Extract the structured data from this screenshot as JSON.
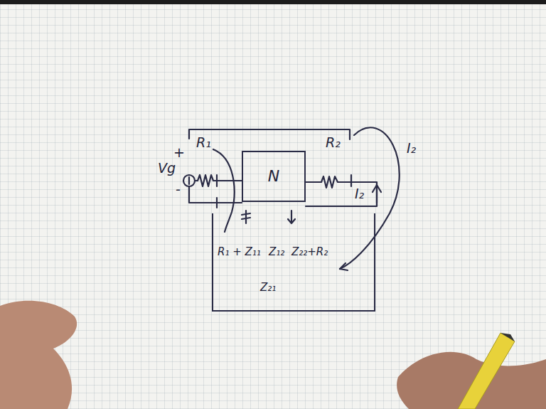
{
  "diagram": {
    "nodes": [
      {
        "text": [
          "N"
        ]
      },
      {
        "text": [
          "R₁ + Z₁₁",
          "Z₁₂",
          "Z₂₁",
          "Z₂₂+R₂"
        ]
      }
    ],
    "labels": [
      "+",
      "Vg",
      "-",
      "R₁",
      "R₂",
      "I₂",
      "I₂"
    ]
  }
}
